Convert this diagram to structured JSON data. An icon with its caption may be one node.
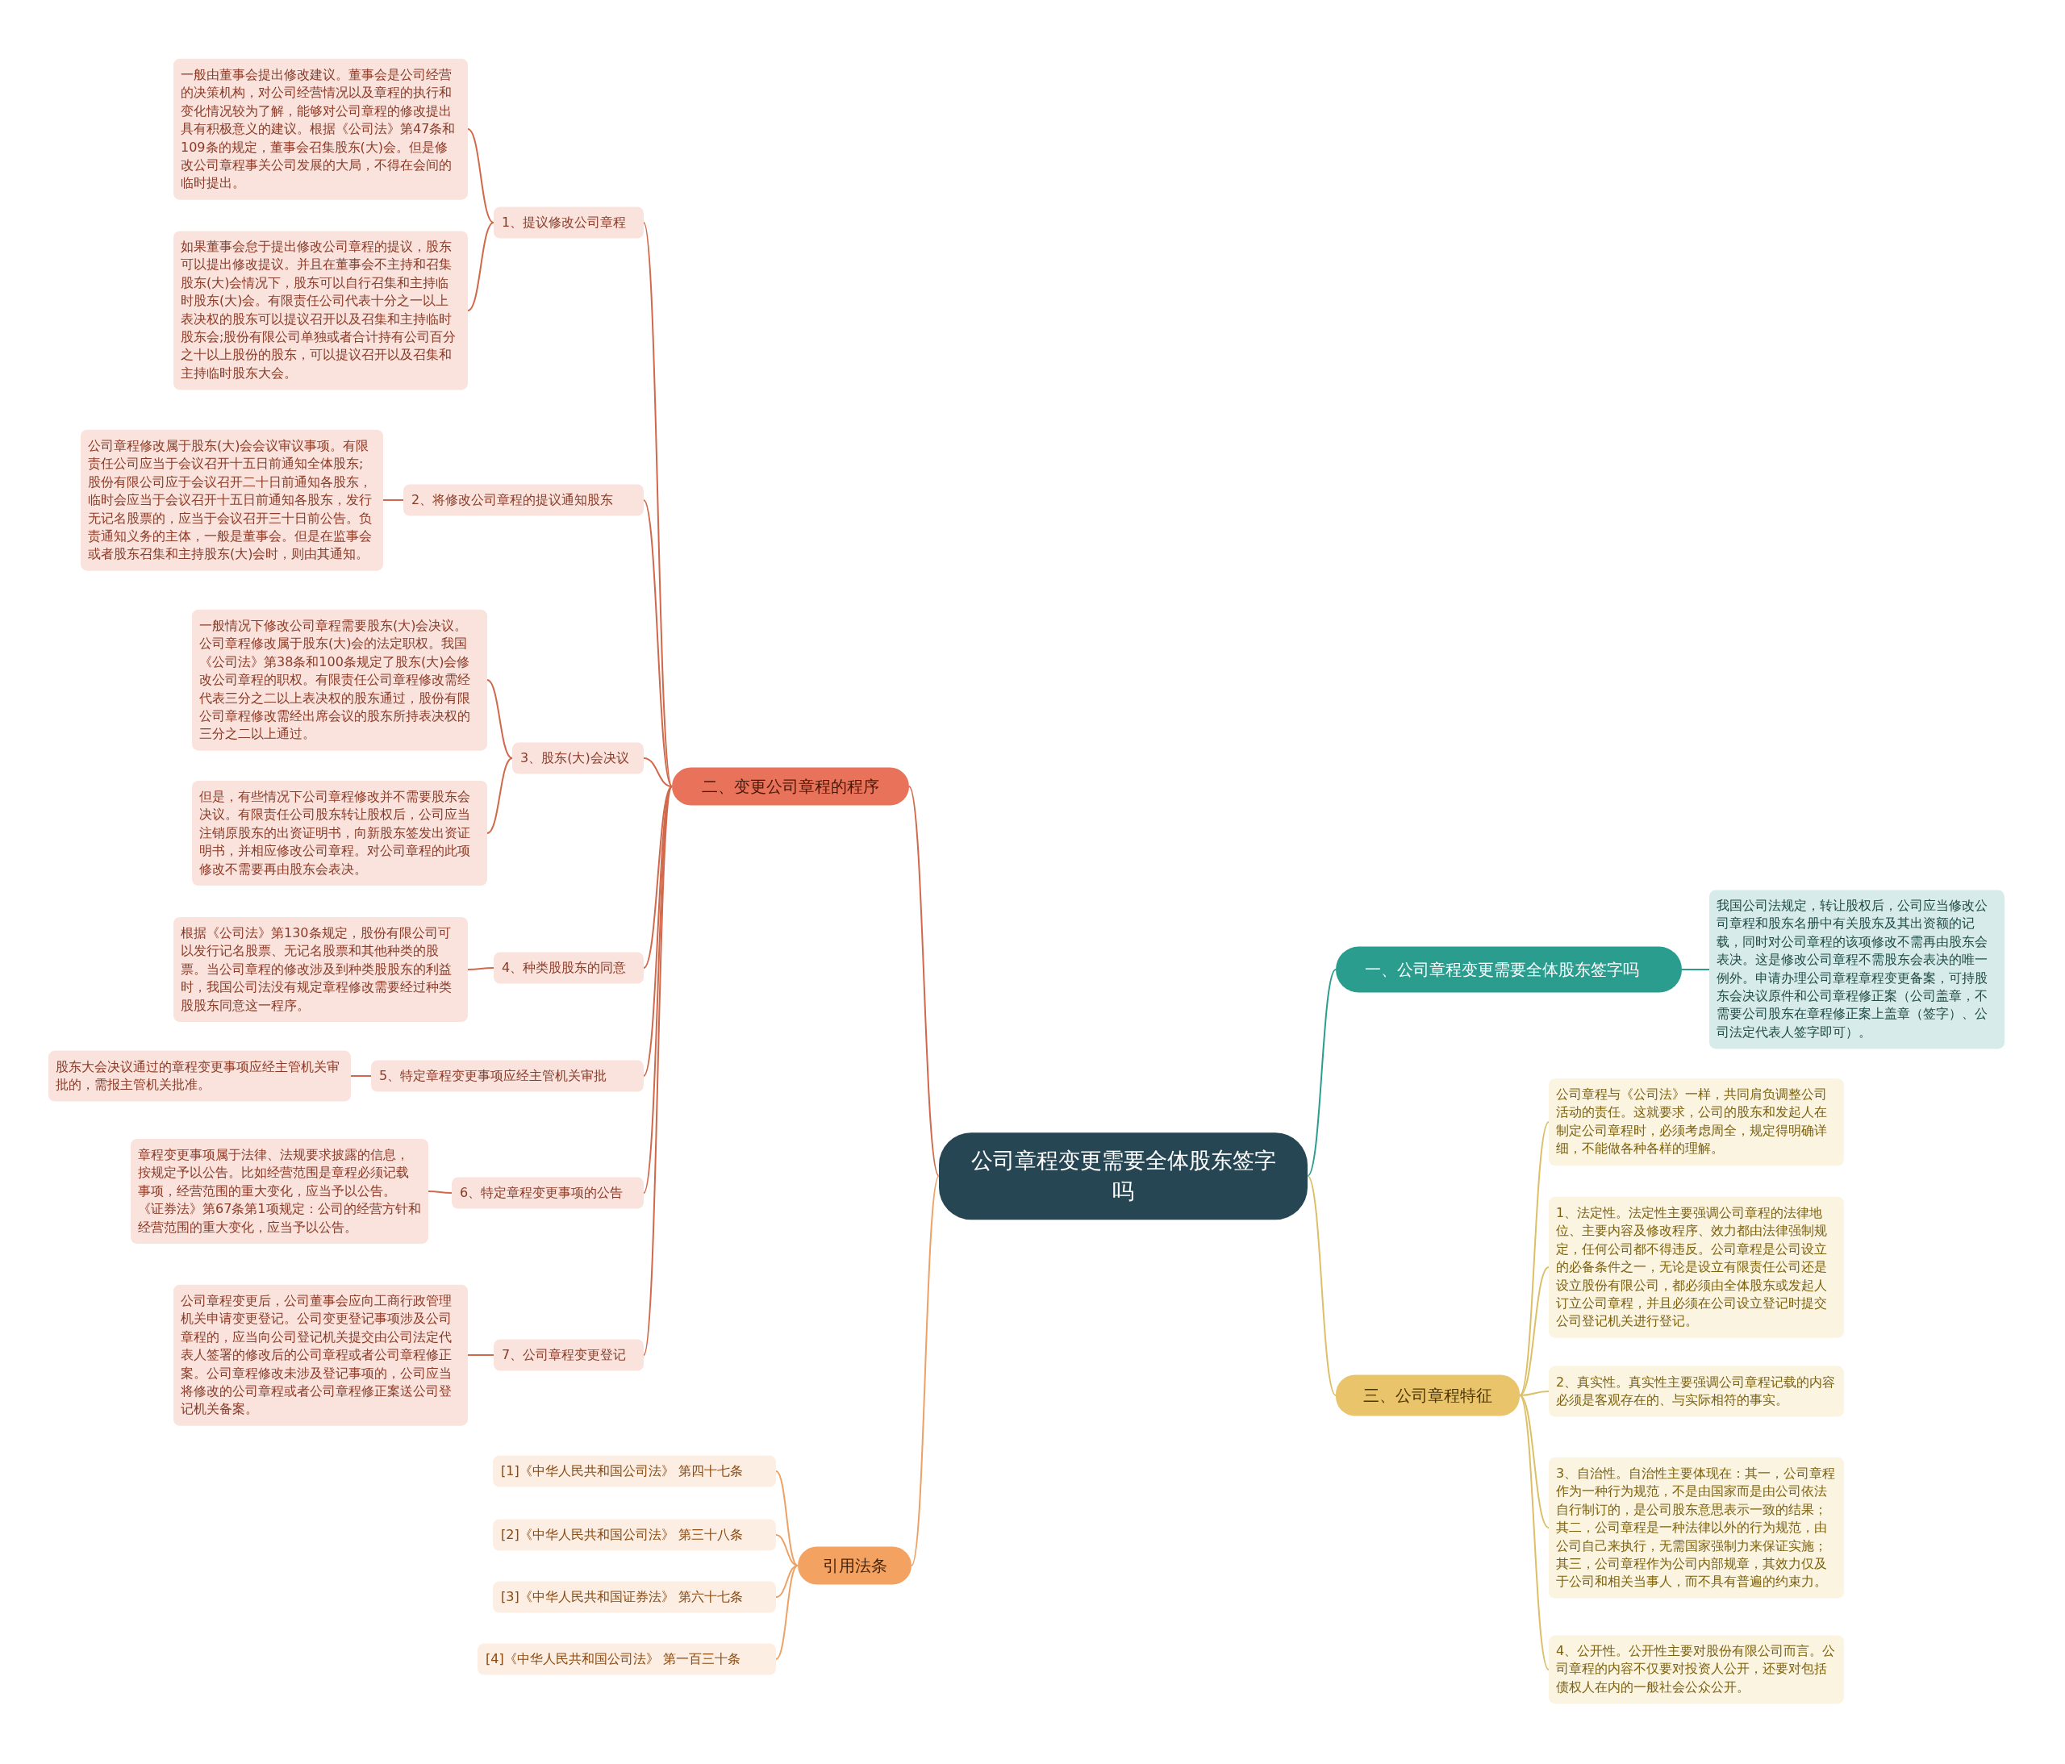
{
  "diagram": {
    "nodes": [
      {
        "text": [
          "公司章程变更需要全体股东签字吗"
        ]
      },
      {
        "text": [
          "二、变更公司章程的程序"
        ]
      },
      {
        "text": [
          "1、提议修改公司章程"
        ]
      },
      {
        "text": [
          "一般由董事会提出修改建议。董事会是公司经营的决策机构，对公司经营情况以及章程的执行和变化情况较为了解，能够对公司章程的修改提出具有积极意义的建议。根据《公司法》第47条和109条的规定，董事会召集股东(大)会。但是修改公司章程事关公司发展的大局，不得在会间的临时提出。"
        ]
      },
      {
        "text": [
          "如果董事会怠于提出修改公司章程的提议，股东可以提出修改提议。并且在董事会不主持和召集股东(大)会情况下，股东可以自行召集和主持临时股东(大)会。有限责任公司代表十分之一以上表决权的股东可以提议召开以及召集和主持临时股东会;股份有限公司单独或者合计持有公司百分之十以上股份的股东，可以提议召开以及召集和主持临时股东大会。"
        ]
      },
      {
        "text": [
          "2、将修改公司章程的提议通知股东"
        ]
      },
      {
        "text": [
          "公司章程修改属于股东(大)会会议审议事项。有限责任公司应当于会议召开十五日前通知全体股东;股份有限公司应于会议召开二十日前通知各股东，临时会应当于会议召开十五日前通知各股东，发行无记名股票的，应当于会议召开三十日前公告。负责通知义务的主体，一般是董事会。但是在监事会或者股东召集和主持股东(大)会时，则由其通知。"
        ]
      },
      {
        "text": [
          "3、股东(大)会决议"
        ]
      },
      {
        "text": [
          "一般情况下修改公司章程需要股东(大)会决议。公司章程修改属于股东(大)会的法定职权。我国《公司法》第38条和100条规定了股东(大)会修改公司章程的职权。有限责任公司章程修改需经代表三分之二以上表决权的股东通过，股份有限公司章程修改需经出席会议的股东所持表决权的三分之二以上通过。"
        ]
      },
      {
        "text": [
          "但是，有些情况下公司章程修改并不需要股东会决议。有限责任公司股东转让股权后，公司应当注销原股东的出资证明书，向新股东签发出资证明书，并相应修改公司章程。对公司章程的此项修改不需要再由股东会表决。"
        ]
      },
      {
        "text": [
          "4、种类股股东的同意"
        ]
      },
      {
        "text": [
          "根据《公司法》第130条规定，股份有限公司可以发行记名股票、无记名股票和其他种类的股票。当公司章程的修改涉及到种类股股东的利益时，我国公司法没有规定章程修改需要经过种类股股东同意这一程序。"
        ]
      },
      {
        "text": [
          "5、特定章程变更事项应经主管机关审批"
        ]
      },
      {
        "text": [
          "股东大会决议通过的章程变更事项应经主管机关审批的，需报主管机关批准。"
        ]
      },
      {
        "text": [
          "6、特定章程变更事项的公告"
        ]
      },
      {
        "text": [
          "章程变更事项属于法律、法规要求披露的信息，按规定予以公告。比如经营范围是章程必须记载事项，经营范围的重大变化，应当予以公告。《证券法》第67条第1项规定：公司的经营方针和经营范围的重大变化，应当予以公告。"
        ]
      },
      {
        "text": [
          "7、公司章程变更登记"
        ]
      },
      {
        "text": [
          "公司章程变更后，公司董事会应向工商行政管理机关申请变更登记。公司变更登记事项涉及公司章程的，应当向公司登记机关提交由公司法定代表人签署的修改后的公司章程或者公司章程修正案。公司章程修改未涉及登记事项的，公司应当将修改的公司章程或者公司章程修正案送公司登记机关备案。"
        ]
      },
      {
        "text": [
          "一、公司章程变更需要全体股东签字吗"
        ]
      },
      {
        "text": [
          "我国公司法规定，转让股权后，公司应当修改公司章程和股东名册中有关股东及其出资额的记载，同时对公司章程的该项修改不需再由股东会表决。这是修改公司章程不需股东会表决的唯一例外。申请办理公司章程章程变更备案，可持股东会决议原件和公司章程修正案（公司盖章，不需要公司股东在章程修正案上盖章（签字）、公司法定代表人签字即可）。"
        ]
      },
      {
        "text": [
          "三、公司章程特征"
        ]
      },
      {
        "text": [
          "公司章程与《公司法》一样，共同肩负调整公司活动的责任。这就要求，公司的股东和发起人在制定公司章程时，必须考虑周全，规定得明确详细，不能做各种各样的理解。"
        ]
      },
      {
        "text": [
          "1、法定性。法定性主要强调公司章程的法律地位、主要内容及修改程序、效力都由法律强制规定，任何公司都不得违反。公司章程是公司设立的必备条件之一，无论是设立有限责任公司还是设立股份有限公司，都必须由全体股东或发起人订立公司章程，并且必须在公司设立登记时提交公司登记机关进行登记。"
        ]
      },
      {
        "text": [
          "2、真实性。真实性主要强调公司章程记载的内容必须是客观存在的、与实际相符的事实。"
        ]
      },
      {
        "text": [
          "3、自治性。自治性主要体现在：其一，公司章程作为一种行为规范，不是由国家而是由公司依法自行制订的，是公司股东意思表示一致的结果；其二，公司章程是一种法律以外的行为规范，由公司自己来执行，无需国家强制力来保证实施；其三，公司章程作为公司内部规章，其效力仅及于公司和相关当事人，而不具有普遍的约束力。"
        ]
      },
      {
        "text": [
          "4、公开性。公开性主要对股份有限公司而言。公司章程的内容不仅要对投资人公开，还要对包括债权人在内的一般社会公众公开。"
        ]
      },
      {
        "text": [
          "引用法条"
        ]
      },
      {
        "text": [
          "[1]《中华人民共和国公司法》 第四十七条"
        ]
      },
      {
        "text": [
          "[2]《中华人民共和国公司法》 第三十八条"
        ]
      },
      {
        "text": [
          "[3]《中华人民共和国证券法》 第六十七条"
        ]
      },
      {
        "text": [
          "[4]《中华人民共和国公司法》 第一百三十条"
        ]
      }
    ],
    "edges": [
      {
        "from": 0,
        "to": 1,
        "arrow": "none"
      },
      {
        "from": 1,
        "to": 2,
        "arrow": "none"
      },
      {
        "from": 2,
        "to": 3,
        "arrow": "none"
      },
      {
        "from": 2,
        "to": 4,
        "arrow": "none"
      },
      {
        "from": 1,
        "to": 5,
        "arrow": "none"
      },
      {
        "from": 5,
        "to": 6,
        "arrow": "none"
      },
      {
        "from": 1,
        "to": 7,
        "arrow": "none"
      },
      {
        "from": 7,
        "to": 8,
        "arrow": "none"
      },
      {
        "from": 7,
        "to": 9,
        "arrow": "none"
      },
      {
        "from": 1,
        "to": 10,
        "arrow": "none"
      },
      {
        "from": 10,
        "to": 11,
        "arrow": "none"
      },
      {
        "from": 1,
        "to": 12,
        "arrow": "none"
      },
      {
        "from": 12,
        "to": 13,
        "arrow": "none"
      },
      {
        "from": 1,
        "to": 14,
        "arrow": "none"
      },
      {
        "from": 14,
        "to": 15,
        "arrow": "none"
      },
      {
        "from": 1,
        "to": 16,
        "arrow": "none"
      },
      {
        "from": 16,
        "to": 17,
        "arrow": "none"
      },
      {
        "from": 0,
        "to": 18,
        "arrow": "none",
        "color": "#2a9d8f"
      },
      {
        "from": 18,
        "to": 19,
        "arrow": "none",
        "color": "#2a9d8f"
      },
      {
        "from": 0,
        "to": 20,
        "arrow": "none",
        "color": "#dcbf66"
      },
      {
        "from": 20,
        "to": 21,
        "arrow": "none",
        "color": "#dcbf66"
      },
      {
        "from": 20,
        "to": 22,
        "arrow": "none",
        "color": "#dcbf66"
      },
      {
        "from": 20,
        "to": 23,
        "arrow": "none",
        "color": "#dcbf66"
      },
      {
        "from": 20,
        "to": 24,
        "arrow": "none",
        "color": "#dcbf66"
      },
      {
        "from": 20,
        "to": 25,
        "arrow": "none",
        "color": "#dcbf66"
      },
      {
        "from": 0,
        "to": 26,
        "arrow": "none",
        "color": "#eda165"
      },
      {
        "from": 26,
        "to": 27,
        "arrow": "none",
        "color": "#eda165"
      },
      {
        "from": 26,
        "to": 28,
        "arrow": "none",
        "color": "#eda165"
      },
      {
        "from": 26,
        "to": 29,
        "arrow": "none",
        "color": "#eda165"
      },
      {
        "from": 26,
        "to": 30,
        "arrow": "none",
        "color": "#eda165"
      }
    ]
  }
}
